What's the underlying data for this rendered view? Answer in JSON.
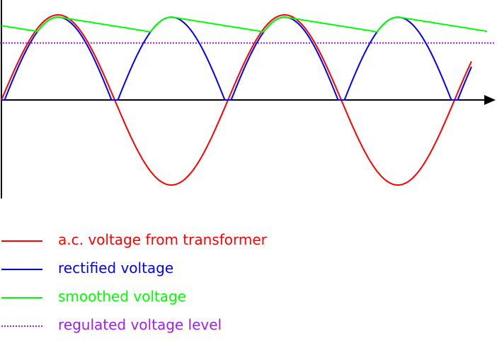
{
  "chart_data": {
    "type": "line",
    "title": "",
    "xlabel": "",
    "ylabel": "",
    "grid": false,
    "legend_placement": "bottom-left",
    "ac_amplitude": 1.0,
    "half_periods_shown": 4.15,
    "regulated_level": 0.67,
    "series": [
      {
        "name": "a.c. voltage from transformer",
        "color": "#ff0000",
        "style": "solid"
      },
      {
        "name": "rectified voltage",
        "color": "#0000ff",
        "style": "solid"
      },
      {
        "name": "smoothed voltage",
        "color": "#00ff00",
        "style": "solid"
      },
      {
        "name": "regulated voltage level",
        "color": "#a020f0",
        "style": "dotted"
      }
    ]
  }
}
